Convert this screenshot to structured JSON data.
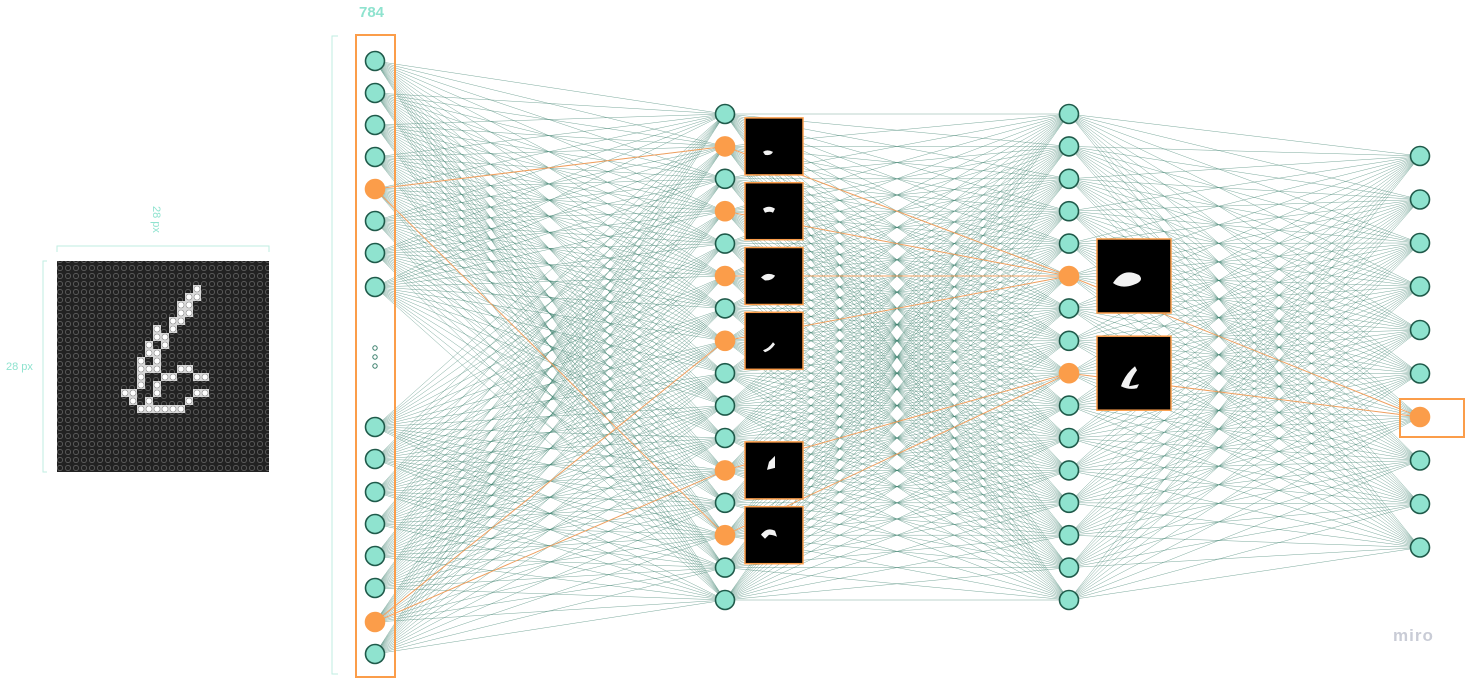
{
  "labels": {
    "input_count": "784",
    "dim_width": "28 px",
    "dim_height": "28 px",
    "watermark": "miro"
  },
  "colors": {
    "neuron_fill": "#8fe3cf",
    "neuron_stroke": "#1f5a4a",
    "active_fill": "#fb9d4a",
    "highlight": "#f0a060",
    "edge": "#3a7f6c",
    "dim_line": "#bfeee2"
  },
  "network": {
    "layers": [
      {
        "name": "input",
        "neurons": 16,
        "has_ellipsis": true,
        "active": [
          4,
          14
        ]
      },
      {
        "name": "hidden-1",
        "neurons": 16,
        "active": [
          1,
          3,
          5,
          7,
          11,
          13
        ]
      },
      {
        "name": "hidden-2",
        "neurons": 16,
        "active": [
          5,
          8
        ]
      },
      {
        "name": "output",
        "neurons": 10,
        "active": [
          6
        ]
      }
    ],
    "feature_maps": [
      {
        "layer": 1,
        "neuron": 1
      },
      {
        "layer": 1,
        "neuron": 3
      },
      {
        "layer": 1,
        "neuron": 5
      },
      {
        "layer": 1,
        "neuron": 7
      },
      {
        "layer": 1,
        "neuron": 11
      },
      {
        "layer": 1,
        "neuron": 13
      },
      {
        "layer": 2,
        "neuron": 5
      },
      {
        "layer": 2,
        "neuron": 8
      }
    ],
    "highlight_edges": [
      [
        0,
        4,
        1,
        1
      ],
      [
        0,
        4,
        1,
        13
      ],
      [
        0,
        14,
        1,
        7
      ],
      [
        0,
        14,
        1,
        11
      ],
      [
        1,
        1,
        2,
        5
      ],
      [
        1,
        3,
        2,
        5
      ],
      [
        1,
        5,
        2,
        5
      ],
      [
        1,
        7,
        2,
        5
      ],
      [
        1,
        11,
        2,
        8
      ],
      [
        1,
        13,
        2,
        8
      ],
      [
        2,
        5,
        3,
        6
      ],
      [
        2,
        8,
        3,
        6
      ]
    ]
  }
}
